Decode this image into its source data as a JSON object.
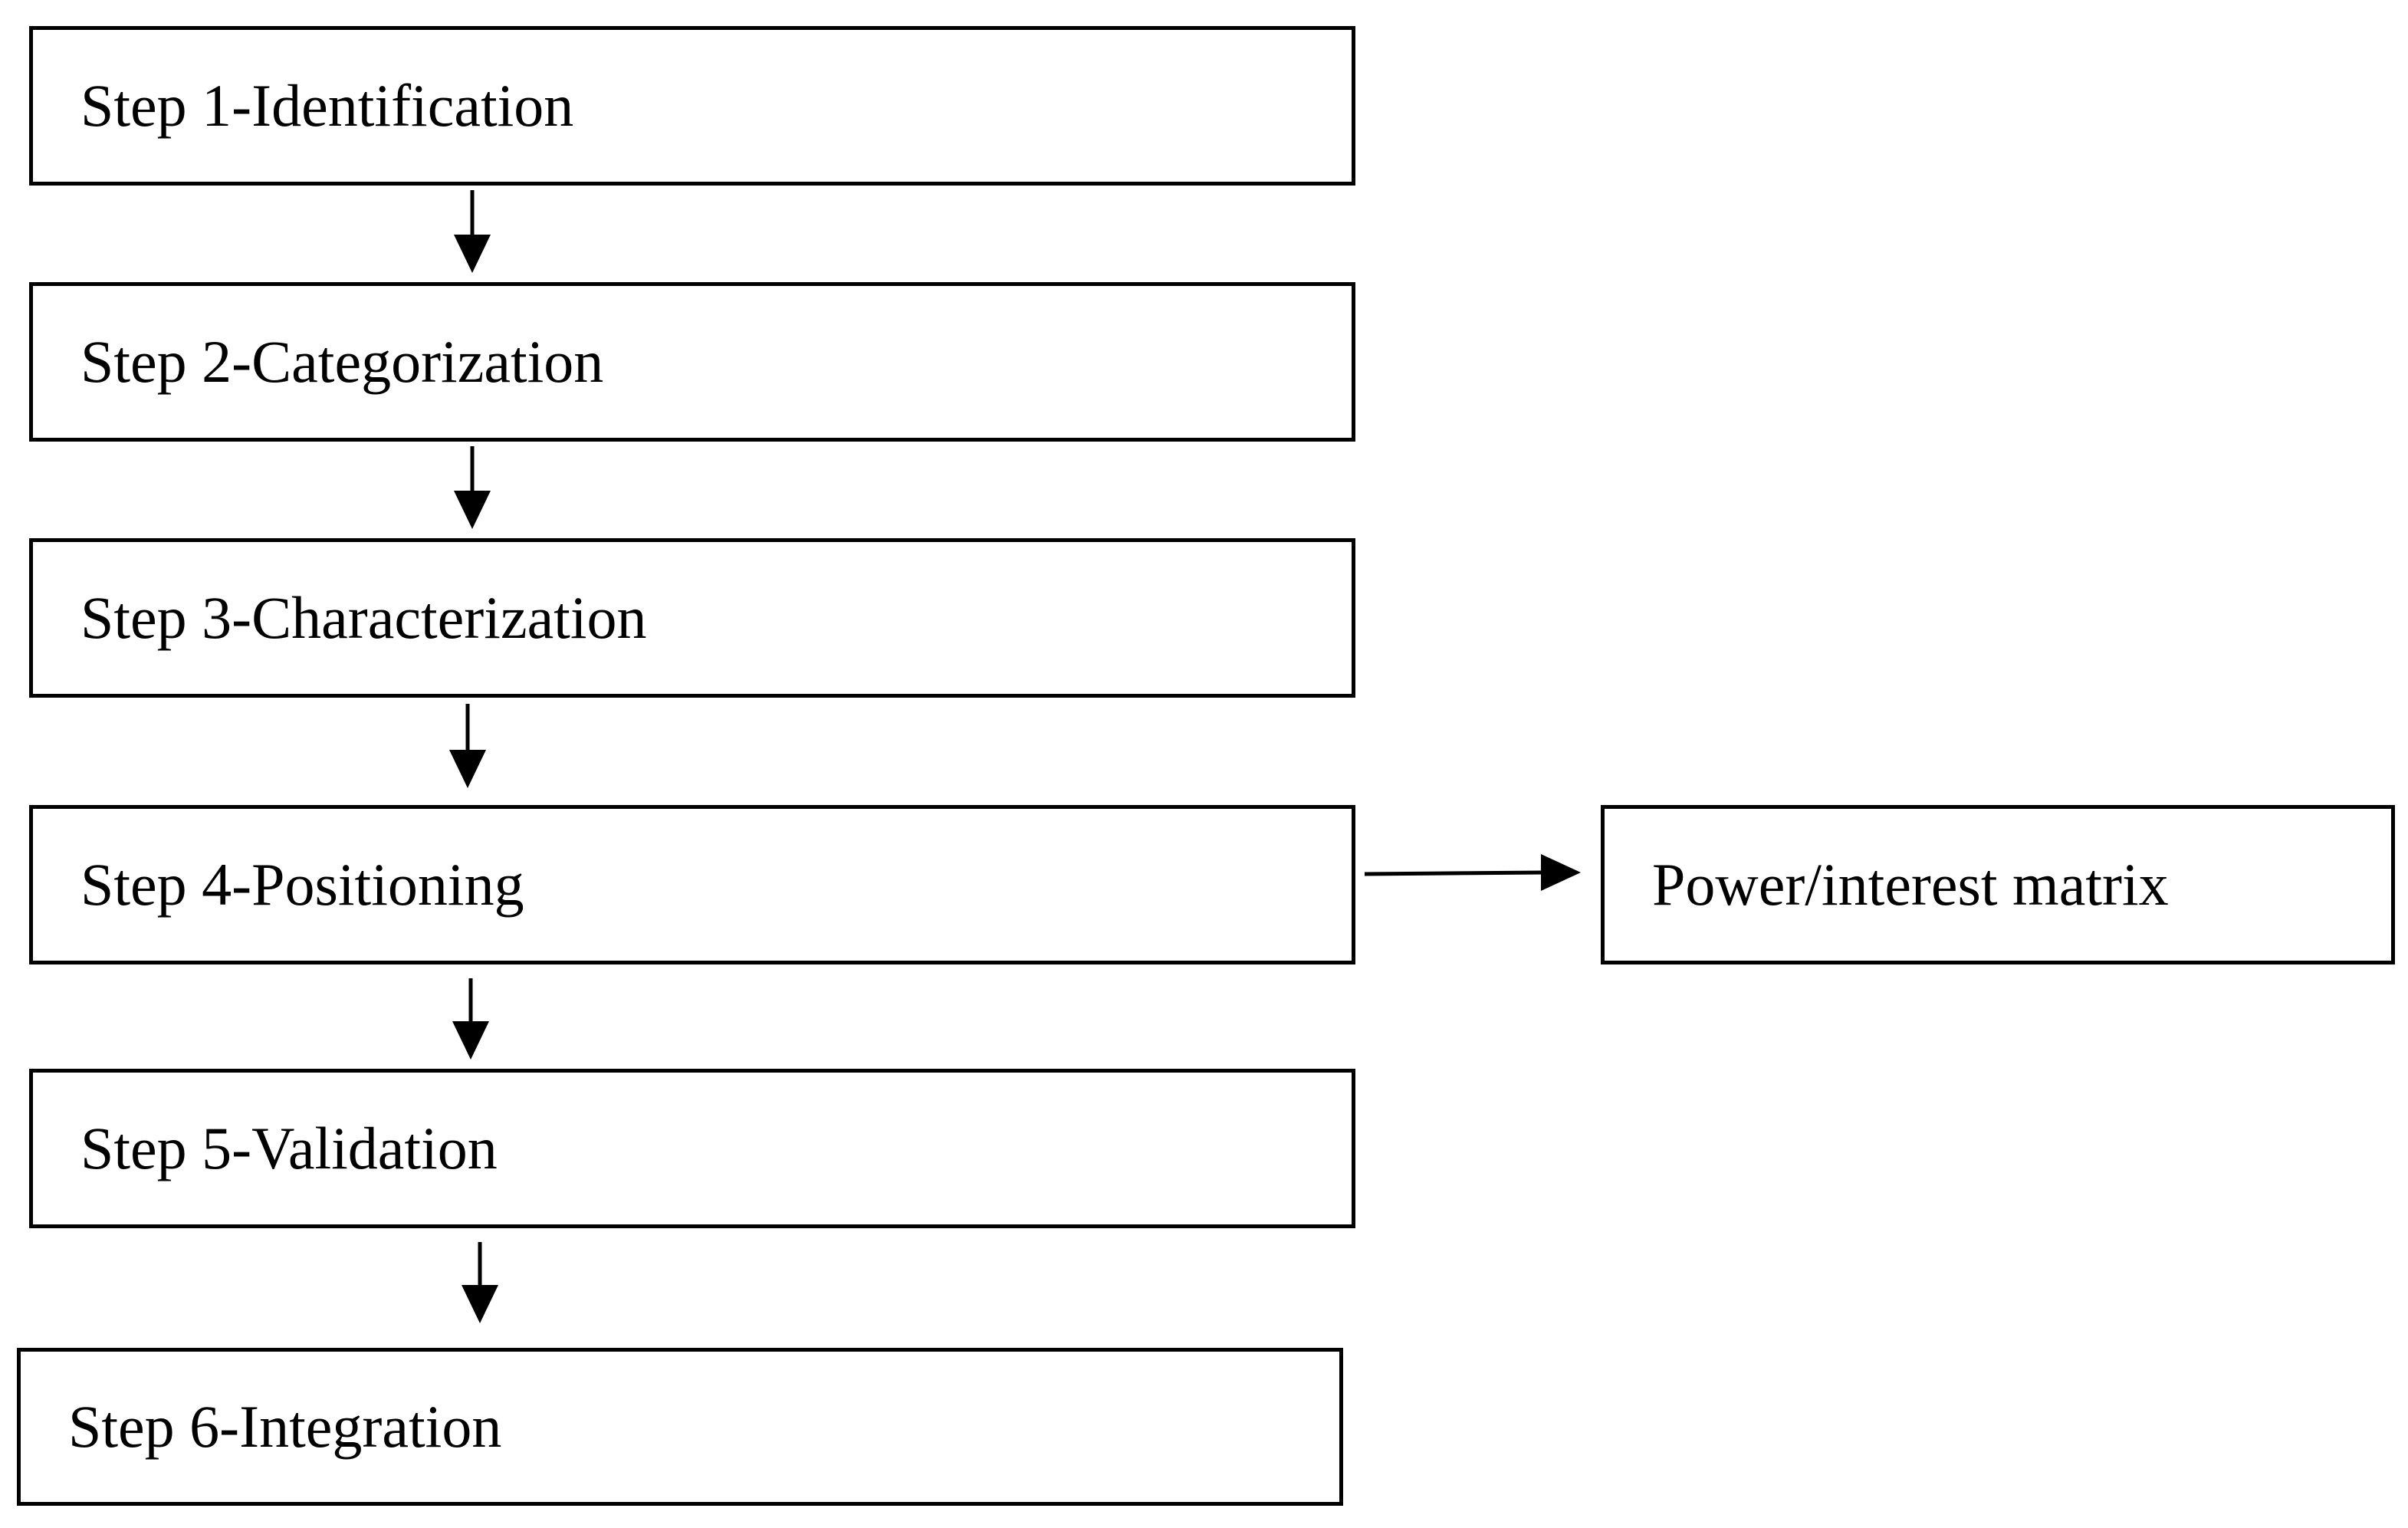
{
  "diagram": {
    "steps": [
      {
        "label": "Step 1-Identification"
      },
      {
        "label": "Step 2-Categorization"
      },
      {
        "label": "Step 3-Characterization"
      },
      {
        "label": "Step 4-Positioning"
      },
      {
        "label": "Step 5-Validation"
      },
      {
        "label": "Step 6-Integration"
      }
    ],
    "side_box": {
      "label": "Power/interest matrix"
    }
  },
  "colors": {
    "stroke": "#000000",
    "background": "#ffffff"
  }
}
